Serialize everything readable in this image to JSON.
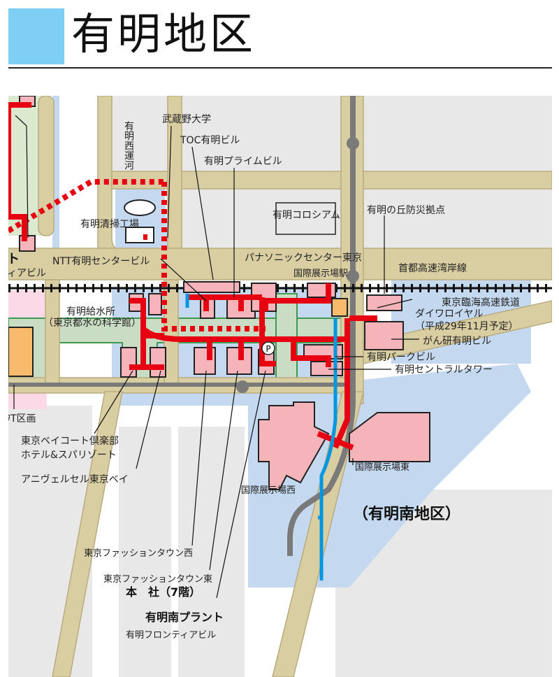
{
  "header": {
    "title": "有明地区",
    "accent_color": "#7fcef3"
  },
  "map": {
    "colors": {
      "pipeline": "#e60012",
      "blue_line": "#0097e0",
      "building": "#f4b4b9",
      "water": "#c4d8ef",
      "road": "#d9cda2"
    },
    "labels": {
      "ariake_nishi_canal": "有明西運河",
      "musashino_univ": "武蔵野大学",
      "toc": "TOC有明ビル",
      "prime": "有明プライムビル",
      "incinerator": "有明清掃工場",
      "coliseum": "有明コロシアム",
      "bousai": "有明の丘防災拠点",
      "ntt": "NTT有明センタービル",
      "panasonic": "パナソニックセンター東京",
      "station": "国際展示場駅",
      "expressway": "首都高速湾岸線",
      "cut_left_1": "ト",
      "cut_left_2": "ィアビル",
      "water_supply_1": "有明給水所",
      "water_supply_2": "（東京都水の科学館）",
      "rinkai": "東京臨海高速鉄道",
      "daiwa": "ダイワロイヤル",
      "daiwa_note": "（平成29年11月予定）",
      "ganken": "がん研有明ビル",
      "park": "有明パークビル",
      "central": "有明セントラルタワー",
      "parking": "P",
      "cut_block": "ｦT区画",
      "baycourt_1": "東京ベイコート倶楽部",
      "baycourt_2": "ホテル&スパリゾート",
      "anniversaire": "アニヴェルセル東京ベイ",
      "bigsight_west": "国際展示場西",
      "bigsight_east": "国際展示場東",
      "south_district": "（有明南地区）",
      "tft_west": "東京ファッションタウン西",
      "tft_east": "東京ファッションタウン東",
      "head_office": "本　社（7階）",
      "south_plant": "有明南プラント",
      "frontier": "有明フロンティアビル"
    }
  }
}
